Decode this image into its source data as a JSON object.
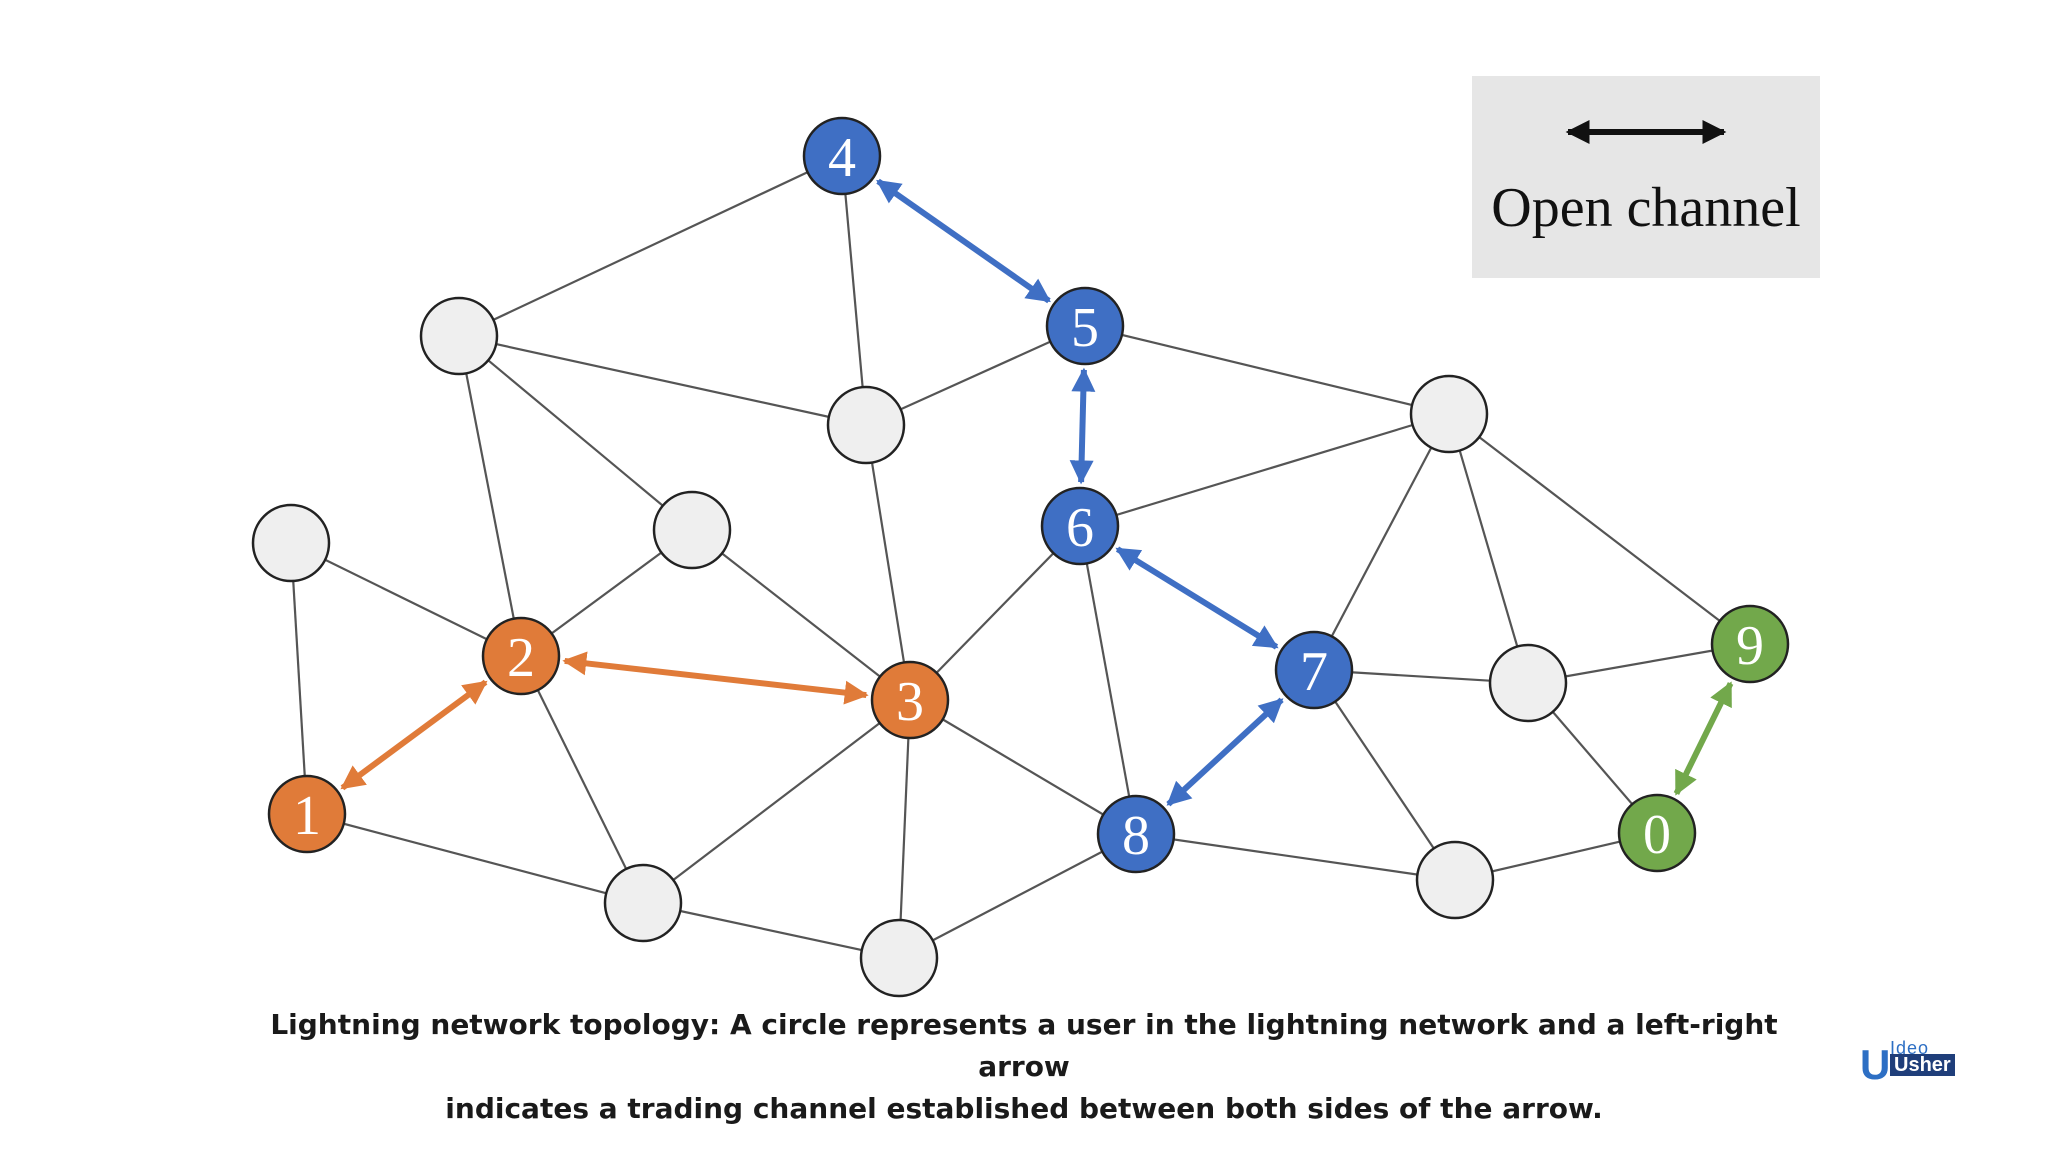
{
  "legend": {
    "label": "Open channel"
  },
  "caption": {
    "line1": "Lightning network topology: A circle represents a user in the lightning network and a left-right arrow",
    "line2": "indicates a trading channel established between both sides of the arrow."
  },
  "logo": {
    "small": "Ideo",
    "big": "Usher",
    "mark": "U"
  },
  "colors": {
    "orange": "#e07b39",
    "blue": "#3f6fc4",
    "green": "#72a84b",
    "gray": "#efefef",
    "edge": "#555555"
  },
  "nodes": [
    {
      "id": "n4",
      "label": "4",
      "group": "blue"
    },
    {
      "id": "n5",
      "label": "5",
      "group": "blue"
    },
    {
      "id": "n6",
      "label": "6",
      "group": "blue"
    },
    {
      "id": "n7",
      "label": "7",
      "group": "blue"
    },
    {
      "id": "n8",
      "label": "8",
      "group": "blue"
    },
    {
      "id": "n1",
      "label": "1",
      "group": "orange"
    },
    {
      "id": "n2",
      "label": "2",
      "group": "orange"
    },
    {
      "id": "n3",
      "label": "3",
      "group": "orange"
    },
    {
      "id": "n9",
      "label": "9",
      "group": "green"
    },
    {
      "id": "n0",
      "label": "0",
      "group": "green"
    },
    {
      "id": "a",
      "label": "",
      "group": "gray"
    },
    {
      "id": "b",
      "label": "",
      "group": "gray"
    },
    {
      "id": "c",
      "label": "",
      "group": "gray"
    },
    {
      "id": "d",
      "label": "",
      "group": "gray"
    },
    {
      "id": "e",
      "label": "",
      "group": "gray"
    },
    {
      "id": "f",
      "label": "",
      "group": "gray"
    },
    {
      "id": "g",
      "label": "",
      "group": "gray"
    },
    {
      "id": "h",
      "label": "",
      "group": "gray"
    },
    {
      "id": "i",
      "label": "",
      "group": "gray"
    },
    {
      "id": "j",
      "label": "",
      "group": "gray"
    }
  ],
  "edges": [
    [
      "a",
      "n4"
    ],
    [
      "a",
      "b"
    ],
    [
      "a",
      "d"
    ],
    [
      "a",
      "n2"
    ],
    [
      "n4",
      "b"
    ],
    [
      "b",
      "n5"
    ],
    [
      "b",
      "n3"
    ],
    [
      "c",
      "n2"
    ],
    [
      "c",
      "n1"
    ],
    [
      "d",
      "n2"
    ],
    [
      "d",
      "n3"
    ],
    [
      "n2",
      "e"
    ],
    [
      "n1",
      "e"
    ],
    [
      "e",
      "n3"
    ],
    [
      "e",
      "f"
    ],
    [
      "f",
      "n3"
    ],
    [
      "f",
      "n8"
    ],
    [
      "n3",
      "n6"
    ],
    [
      "n3",
      "n8"
    ],
    [
      "n5",
      "g"
    ],
    [
      "n6",
      "g"
    ],
    [
      "n6",
      "n8"
    ],
    [
      "g",
      "n7"
    ],
    [
      "g",
      "h"
    ],
    [
      "g",
      "n9"
    ],
    [
      "n7",
      "h"
    ],
    [
      "n7",
      "i"
    ],
    [
      "h",
      "n9"
    ],
    [
      "h",
      "n0"
    ],
    [
      "n8",
      "i"
    ],
    [
      "i",
      "n0"
    ]
  ],
  "channels": [
    {
      "from": "n4",
      "to": "n5",
      "group": "blue"
    },
    {
      "from": "n5",
      "to": "n6",
      "group": "blue"
    },
    {
      "from": "n6",
      "to": "n7",
      "group": "blue"
    },
    {
      "from": "n7",
      "to": "n8",
      "group": "blue"
    },
    {
      "from": "n1",
      "to": "n2",
      "group": "orange"
    },
    {
      "from": "n2",
      "to": "n3",
      "group": "orange"
    },
    {
      "from": "n0",
      "to": "n9",
      "group": "green"
    }
  ]
}
